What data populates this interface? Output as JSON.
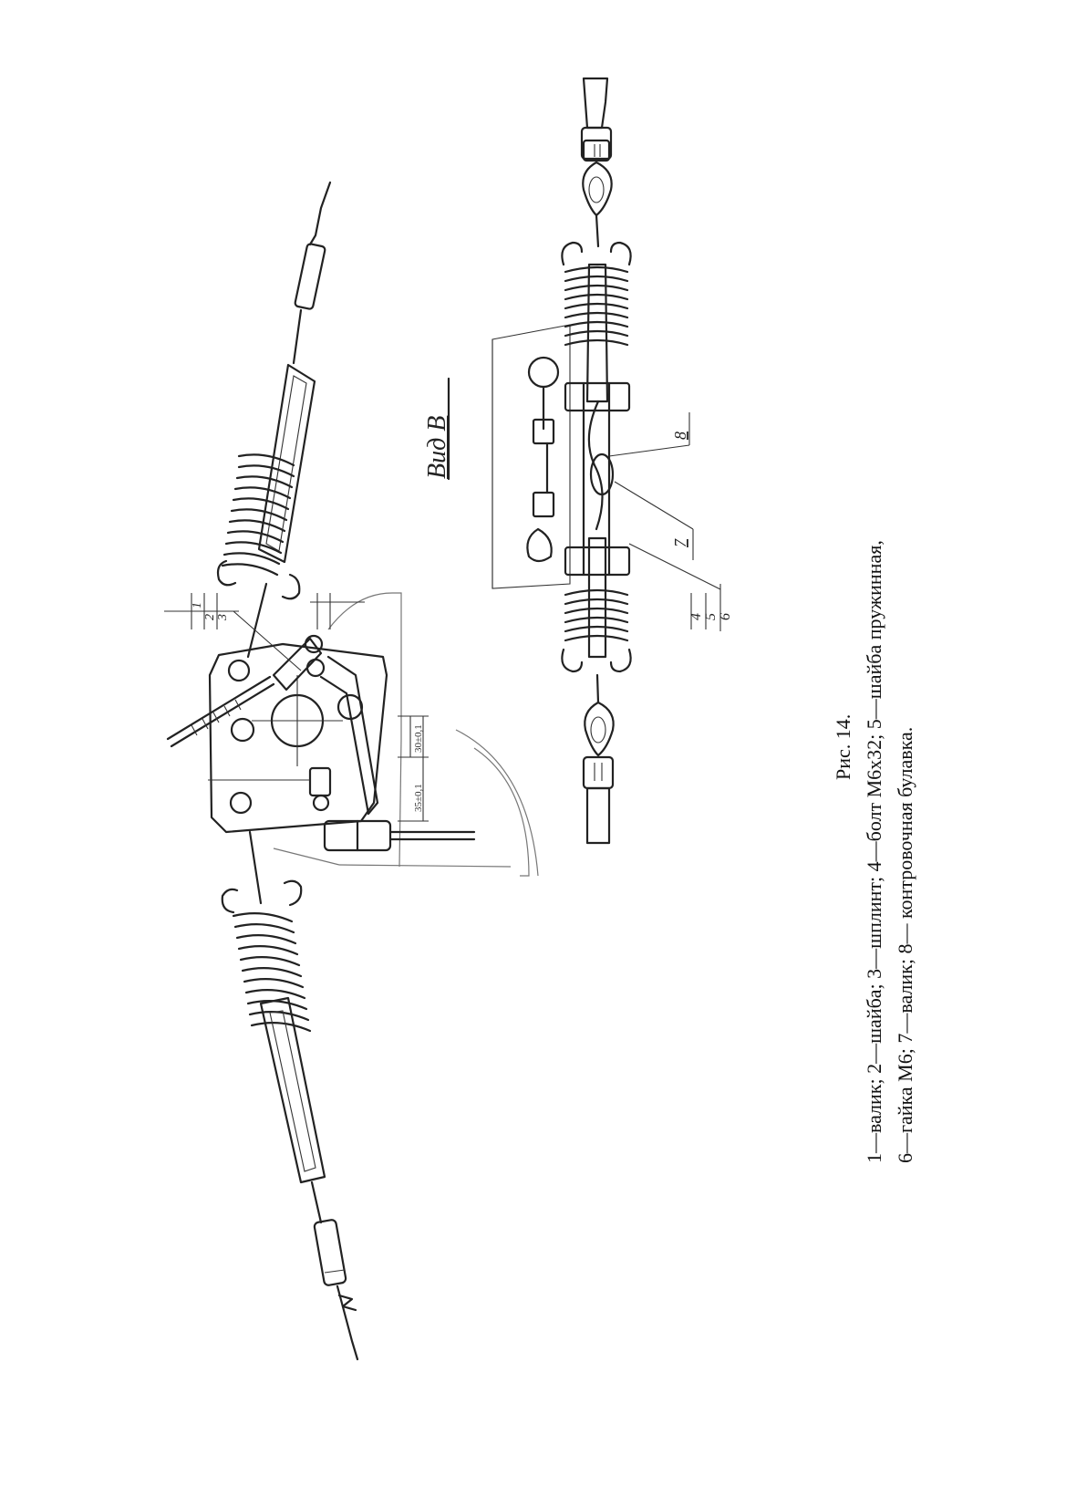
{
  "figure": {
    "number": "Рис. 14.",
    "legend_line_1": "1—валик; 2—шайба; 3—шплинт; 4—болт М6х32; 5—шайба пружинная,",
    "legend_line_2": "6—гайка М6; 7—валик; 8—  контровочная булавка."
  },
  "upper_view": {
    "callout_numbers": [
      "1",
      "2",
      "3"
    ],
    "dimension_labels": [
      "35±0,1",
      "30±0,1"
    ]
  },
  "view_b": {
    "title": "Вид В",
    "callout_8": "8",
    "callout_7": "7",
    "callout_stack": [
      "4",
      "5",
      "6"
    ]
  }
}
